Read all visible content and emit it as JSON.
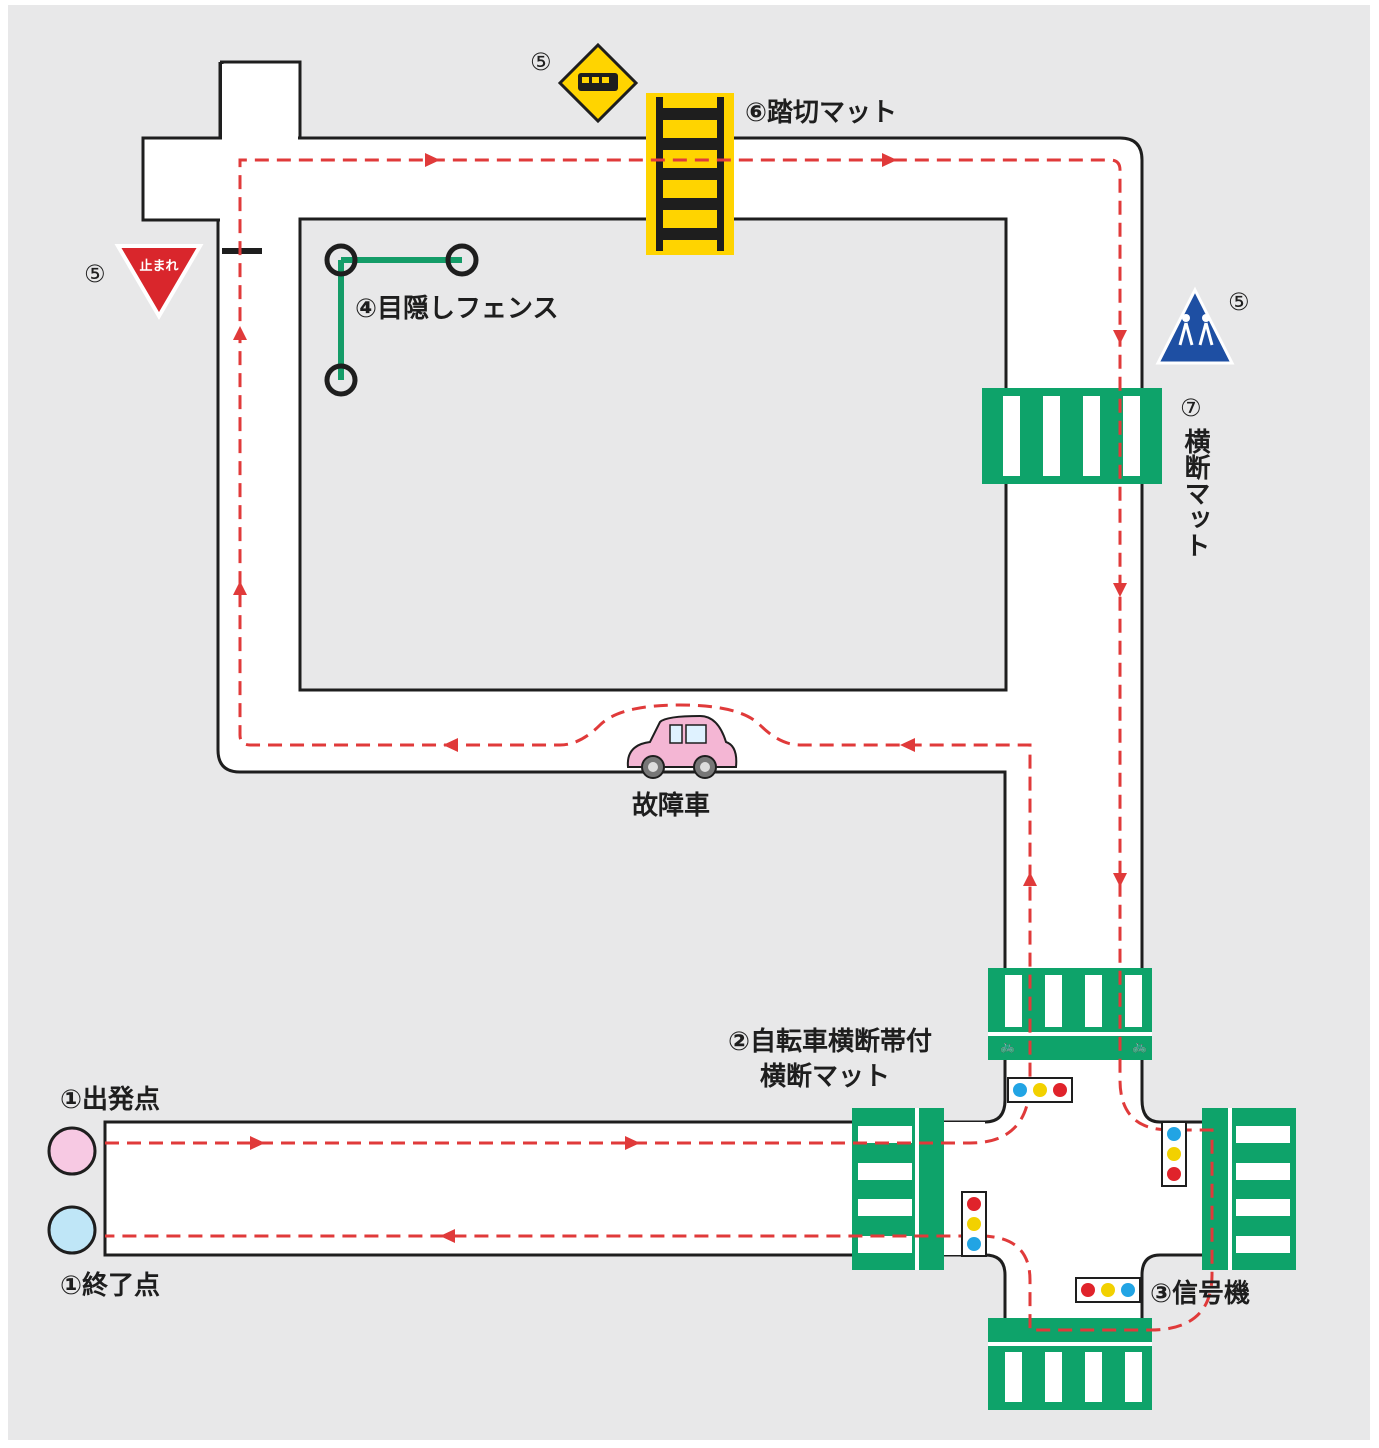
{
  "labels": {
    "start": "①出発点",
    "end": "①終了点",
    "crosswalk_bike_line1": "②自転車横断帯付",
    "crosswalk_bike_line2": "横断マット",
    "signal": "③信号機",
    "fence": "④目隠しフェンス",
    "sign_num_crossing": "⑤",
    "sign_num_stop": "⑤",
    "sign_num_school": "⑤",
    "railroad_mat": "⑥踏切マット",
    "crosswalk_num": "⑦",
    "crosswalk_text": "横断マット",
    "broken_car": "故障車",
    "stop_sign_text": "止まれ"
  },
  "colors": {
    "background": "#e8e8e9",
    "road": "#ffffff",
    "route": "#e03a3a",
    "crosswalk_green": "#0ea36a",
    "fence_green": "#149c68",
    "railroad_yellow": "#ffd400",
    "start_point": "#f7c9e3",
    "end_point": "#bfe6f7",
    "stop_sign": "#d9262c",
    "warning_sign": "#ffd400",
    "school_sign": "#1e4fa3",
    "car_body": "#f4b6d4"
  },
  "icons": [
    "railroad-crossing-sign-icon",
    "stop-sign-icon",
    "school-zone-sign-icon",
    "traffic-light-icon",
    "bicycle-icon",
    "car-icon"
  ]
}
